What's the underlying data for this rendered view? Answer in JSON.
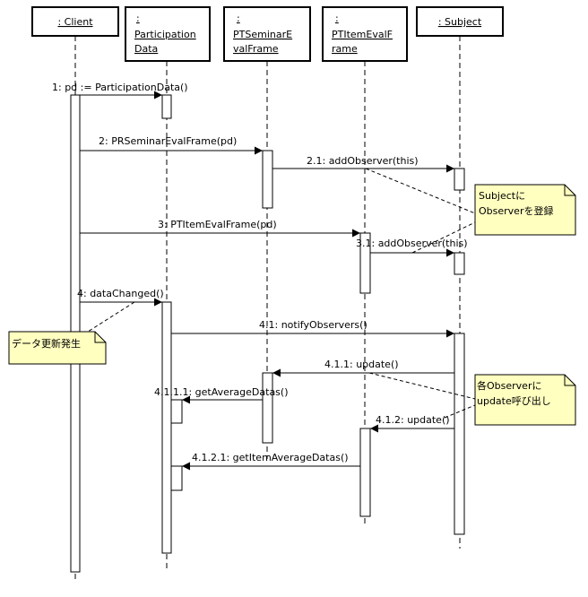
{
  "participants": [
    {
      "lines": [
        ": Client"
      ]
    },
    {
      "lines": [
        ":",
        "Participation",
        "Data"
      ]
    },
    {
      "lines": [
        ":",
        "PTSeminarE",
        "valFrame"
      ]
    },
    {
      "lines": [
        ":",
        "PTItemEvalF",
        "rame"
      ]
    },
    {
      "lines": [
        ": Subject"
      ]
    }
  ],
  "messages": [
    {
      "text": "1: pd := ParticipationData()"
    },
    {
      "text": "2: PRSeminarEvalFrame(pd)"
    },
    {
      "text": "2.1: addObserver(this)"
    },
    {
      "text": "3: PTItemEvalFrame(pd)"
    },
    {
      "text": "3.1: addObserver(this)"
    },
    {
      "text": "4: dataChanged()"
    },
    {
      "text": "4.1: notifyObservers()"
    },
    {
      "text": "4.1.1: update()"
    },
    {
      "text": "4.1.1.1: getAverageDatas()"
    },
    {
      "text": "4.1.2: update()"
    },
    {
      "text": "4.1.2.1: getItemAverageDatas()"
    }
  ],
  "notes": [
    {
      "lines": [
        "Subjectに",
        "Observerを登録"
      ]
    },
    {
      "lines": [
        "データ更新発生"
      ]
    },
    {
      "lines": [
        "各Observerに",
        "update呼び出し"
      ]
    }
  ],
  "colors": {
    "note_fill": "#ffffc0",
    "line": "#000000",
    "background": "#ffffff"
  }
}
